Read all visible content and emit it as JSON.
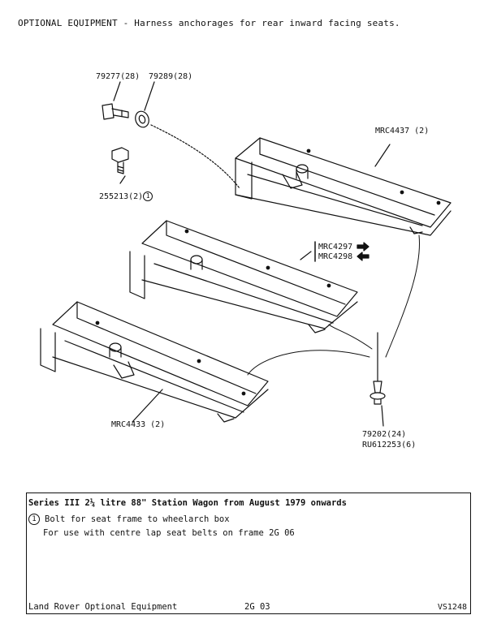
{
  "header": {
    "title": "OPTIONAL EQUIPMENT - Harness anchorages for rear inward facing seats."
  },
  "parts": {
    "bolt": "79277(28)",
    "washer": "79289(28)",
    "bolt_small": "255213(2)",
    "bolt_small_ref": "1",
    "bracket_top": "MRC4437 (2)",
    "bracket_mid_rh": "MRC4297",
    "bracket_mid_lh": "MRC4298",
    "bracket_bottom": "MRC4433 (2)",
    "rivet": "79202(24)",
    "rivet_alt": "RU612253(6)"
  },
  "panel": {
    "title": "Series III 2¼ litre 88\" Station Wagon from August 1979 onwards",
    "note_number": "1",
    "note_text": "Bolt for seat frame to wheelarch box",
    "note_sub": "For use with centre lap seat belts on frame 2G 06"
  },
  "footer": {
    "left": "Land Rover Optional Equipment",
    "middle": "2G 03",
    "right": "VS1248"
  }
}
